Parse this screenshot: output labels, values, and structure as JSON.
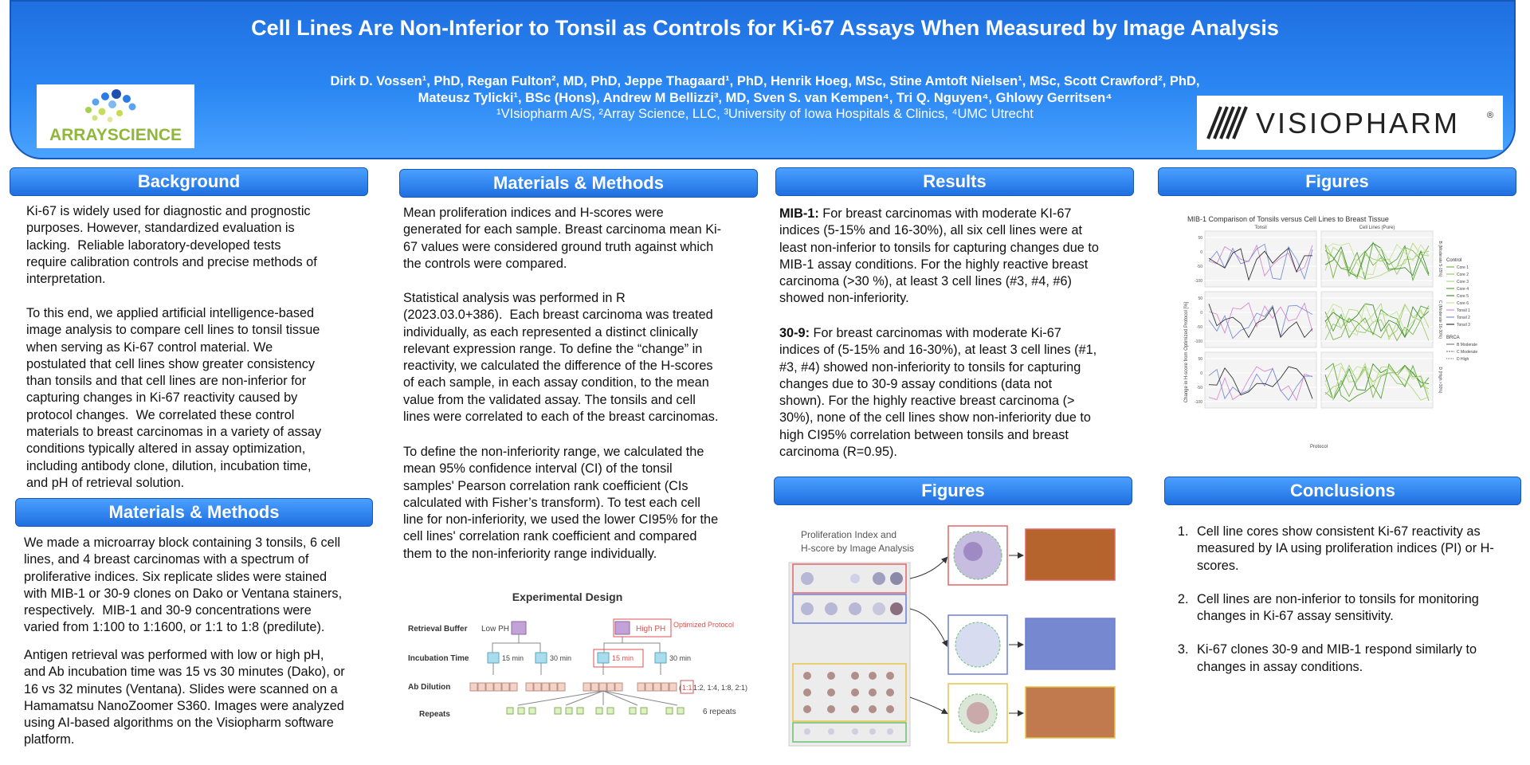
{
  "header": {
    "title": "Cell Lines Are Non-Inferior to Tonsil as Controls for Ki-67 Assays When Measured by Image Analysis",
    "authors_line1": "Dirk D. Vossen¹, PhD, Regan Fulton², MD, PhD, Jeppe Thagaard¹, PhD, Henrik Hoeg, MSc, Stine Amtoft Nielsen¹, MSc, Scott Crawford², PhD,",
    "authors_line2": "Mateusz Tylicki¹, BSc (Hons), Andrew M Bellizzi³, MD,  Sven S. van Kempen⁴, Tri Q. Nguyen⁴, Ghlowy Gerritsen⁴",
    "affiliations": "¹VIsiopharm A/S, ²Array Science, LLC, ³University of Iowa Hospitals & Clinics, ⁴UMC Utrecht",
    "logo_left_text": "ARRAYSCIENCE",
    "logo_right_text": "VISIOPHARM"
  },
  "sections": {
    "background_title": "Background",
    "background_p1": "Ki-67 is widely used for diagnostic and prognostic\npurposes. However, standardized evaluation is\nlacking.  Reliable laboratory-developed tests\nrequire calibration controls and precise methods of\ninterpretation.",
    "background_p2": "To this end, we applied artificial intelligence-based\nimage analysis to compare cell lines to tonsil tissue\nwhen serving as Ki-67 control material. We\npostulated that cell lines show greater consistency\nthan tonsils and that cell lines are non-inferior for\ncapturing changes in Ki-67 reactivity caused by\nprotocol changes.  We correlated these control\nmaterials to breast carcinomas in a variety of assay\nconditions typically altered in assay optimization,\nincluding antibody clone, dilution, incubation time,\nand pH of retrieval solution.",
    "methods1_title": "Materials & Methods",
    "methods1_p1": "We made a microarray block containing 3 tonsils, 6 cell\nlines, and 4 breast carcinomas with a spectrum of\nproliferative indices. Six replicate slides were stained\nwith MIB-1 or 30-9 clones on Dako or Ventana stainers,\nrespectively.  MIB-1 and 30-9 concentrations were\nvaried from 1:100 to 1:1600, or 1:1 to 1:8 (predilute).",
    "methods1_p2": "Antigen retrieval was performed with low or high pH,\nand Ab incubation time was 15 vs 30 minutes (Dako), or\n16 vs 32 minutes (Ventana). Slides were scanned on a\nHamamatsu NanoZoomer S360. Images were analyzed\nusing AI-based algorithms on the Visiopharm software\nplatform.",
    "methods2_title": "Materials & Methods",
    "methods2_p1": "Mean proliferation indices and H-scores were\ngenerated for each sample. Breast carcinoma mean Ki-\n67 values were considered ground truth against which\nthe controls were compared.",
    "methods2_p2": "Statistical analysis was performed in R\n(2023.03.0+386).  Each breast carcinoma was treated\nindividually, as each represented a distinct clinically\nrelevant expression range. To define the “change” in\nreactivity, we calculated the difference of the H-scores\nof each sample, in each assay condition, to the mean\nvalue from the validated assay. The tonsils and cell\nlines were correlated to each of the breast carcinomas.",
    "methods2_p3": "To define the non-inferiority range, we calculated the\nmean 95% confidence interval (CI) of the tonsil\nsamples' Pearson correlation rank coefficient (CIs\ncalculated with Fisher’s transform). To test each cell\nline for non-inferiority, we used the lower CI95% for the\ncell lines' correlation rank coefficient and compared\nthem to the non-inferiority range individually.",
    "results_title": "Results",
    "results_mib_label": "MIB-1:",
    "results_mib_text": " For breast carcinomas with moderate KI-67\nindices (5-15% and 16-30%), all six cell lines were at\nleast non-inferior to tonsils for capturing changes due to\nMIB-1 assay conditions. For the highly reactive breast\ncarcinoma (>30 %), at least 3 cell lines (#3, #4, #6)\nshowed non-inferiority.",
    "results_309_label": "30-9:",
    "results_309_text": " For breast carcinomas with moderate Ki-67\nindices of (5-15% and 16-30%), at least 3 cell lines (#1,\n#3, #4) showed non-inferiority to tonsils for capturing\nchanges due to 30-9 assay conditions (data not\nshown). For the highly reactive breast carcinoma (>\n30%), none of the cell lines show non-inferiority due to\nhigh CI95% correlation between tonsils and breast\ncarcinoma (R=0.95).",
    "figures_title": "Figures",
    "figures2_title": "Figures",
    "conclusions_title": "Conclusions",
    "conclusions": [
      "Cell line cores show consistent Ki-67 reactivity as measured by IA using proliferation indices (PI) or H-scores.",
      "Cell lines are non-inferior to tonsils for monitoring changes in Ki-67 assay sensitivity.",
      "Ki-67 clones 30-9 and MIB-1 respond similarly to changes in assay conditions."
    ]
  },
  "exp_design": {
    "title": "Experimental Design",
    "retrieval": "Retrieval Buffer",
    "incubation": "Incubation Time",
    "dilution": "Ab Dilution",
    "repeats": "Repeats",
    "low_ph": "Low PH",
    "high_ph": "High PH",
    "optimized": "Optimized Protocol",
    "t15": "15 min",
    "t30": "30 min",
    "dilutions_hl": "1:1,",
    "dilutions_rest": " 1:2, 1:4, 1:8, 2:1)",
    "repeats_n": "6 repeats"
  },
  "tma_figure": {
    "caption_line1": "Proliferation Index and",
    "caption_line2": "H-score by Image Analysis"
  },
  "chart_data": {
    "type": "line",
    "title": "MIB-1 Comparison of Tonsils versus Cell Lines to Breast Tissue",
    "facet_columns": [
      "Tonsil",
      "Cell Lines (Pure)"
    ],
    "facet_rows": [
      "B (Moderate 5-15%)",
      "C (Moderate 16-30%)",
      "D (High >30%)"
    ],
    "xlabel": "Protocol",
    "ylabel": "Change in H-score from Optimized Protocol [%]",
    "yticks": [
      50,
      0,
      -50,
      -100
    ],
    "legend_control_title": "Control",
    "legend_control": [
      "Core 1",
      "Core 2",
      "Core 3",
      "Core 4",
      "Core 5",
      "Core 6",
      "Tonsil 1",
      "Tonsil 2",
      "Tonsil 3"
    ],
    "legend_brca_title": "BRCA",
    "legend_brca": [
      "B Moderate",
      "C Moderate",
      "D High"
    ]
  },
  "colors": {
    "header_blue": "#1f6fe0",
    "accent_red": "#d9534f"
  }
}
